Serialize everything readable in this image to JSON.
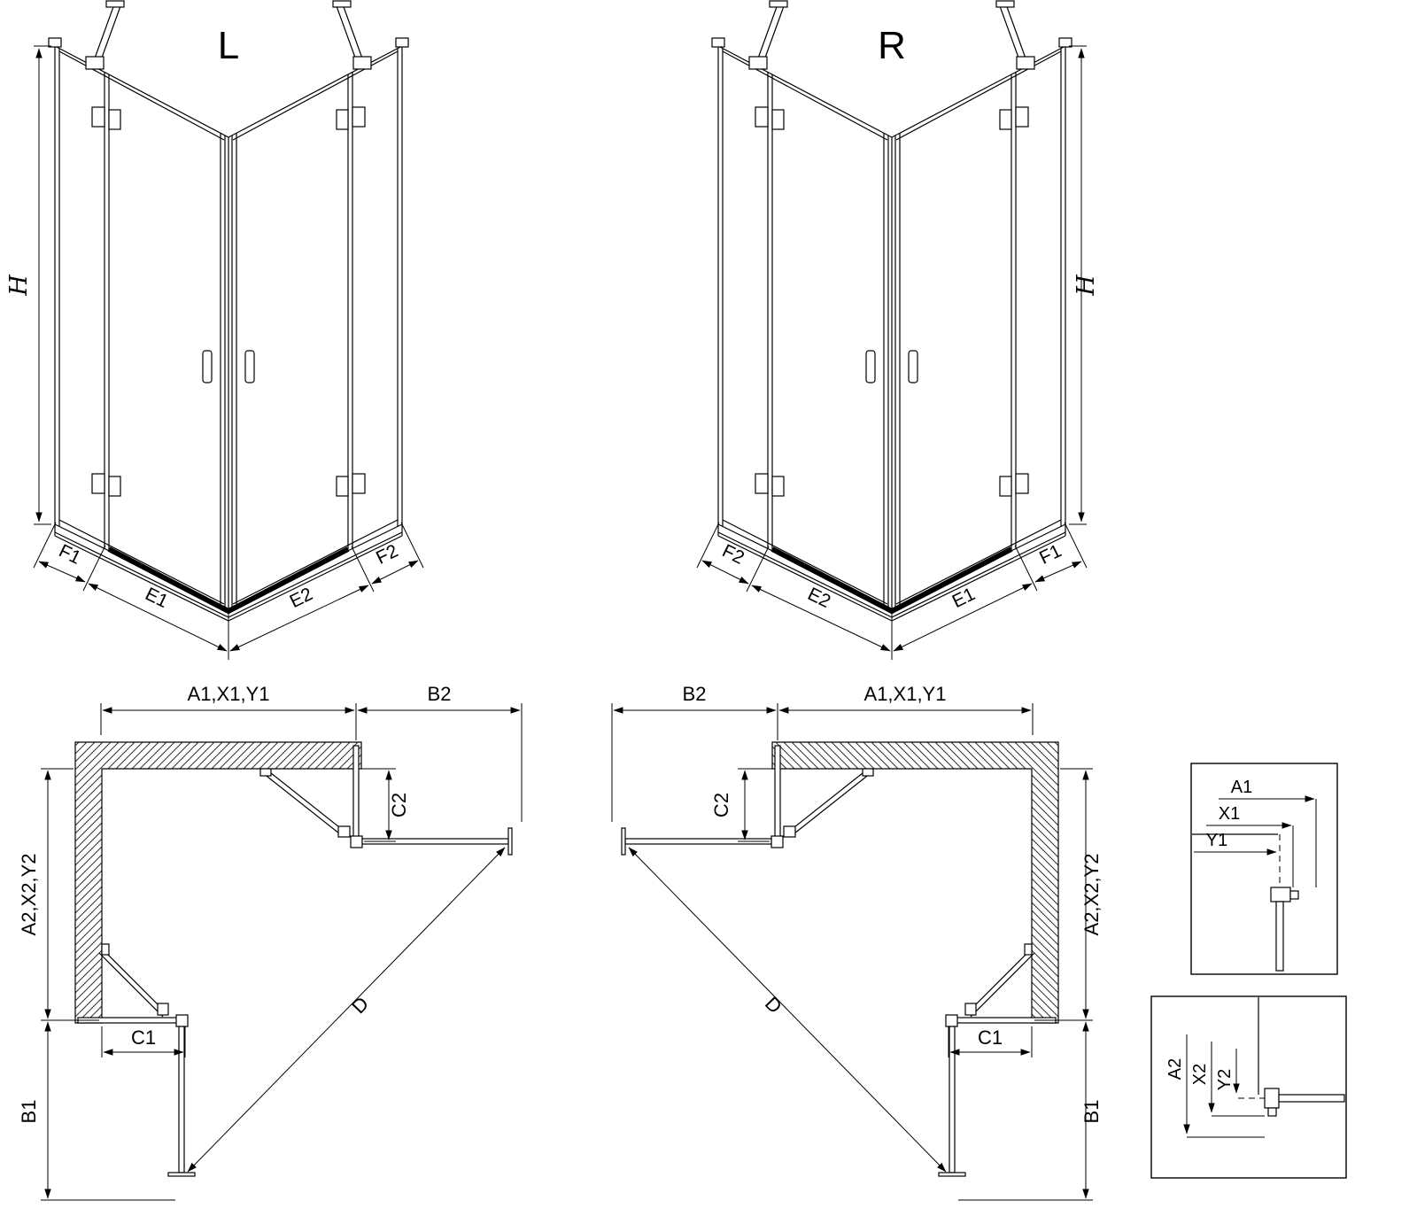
{
  "drawing": {
    "perspective_left": {
      "title": "L",
      "height": "H",
      "bottom": [
        "F1",
        "E1",
        "E2",
        "F2"
      ]
    },
    "perspective_right": {
      "title": "R",
      "height": "H",
      "bottom": [
        "F2",
        "E2",
        "E1",
        "F1"
      ]
    },
    "plan_left": {
      "top_width": "A1,X1,Y1",
      "top_door": "B2",
      "right_fixed": "C2",
      "left_depth": "A2,X2,Y2",
      "bottom_fixed": "C1",
      "bottom_door": "B1",
      "diagonal": "D"
    },
    "plan_right": {
      "top_width": "A1,X1,Y1",
      "top_door": "B2",
      "left_fixed": "C2",
      "right_depth": "A2,X2,Y2",
      "bottom_fixed": "C1",
      "bottom_door": "B1",
      "diagonal": "D"
    },
    "detail_top": {
      "labels": [
        "A1",
        "X1",
        "Y1"
      ]
    },
    "detail_bottom": {
      "labels": [
        "A2",
        "X2",
        "Y2"
      ]
    }
  }
}
